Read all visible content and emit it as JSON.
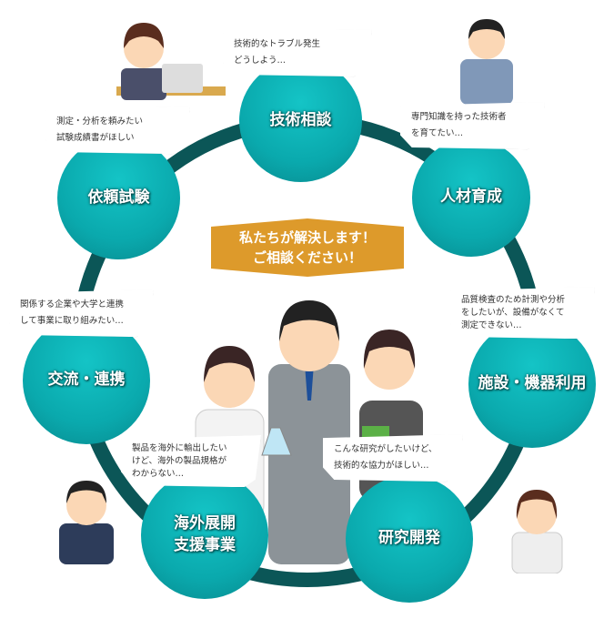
{
  "banner": {
    "line1": "私たちが解決します！",
    "line2": "ご相談ください！"
  },
  "services": [
    {
      "label": "技術相談",
      "bubble": [
        "技術的なトラブル発生",
        "どうしよう…"
      ]
    },
    {
      "label": "人材育成",
      "bubble": [
        "専門知識を持った技術者",
        "を育てたい…"
      ]
    },
    {
      "label": "施設・機器利用",
      "bubble": [
        "品質検査のため計測や分析",
        "をしたいが、設備がなくて",
        "測定できない…"
      ]
    },
    {
      "label": "研究開発",
      "bubble": [
        "こんな研究がしたいけど、",
        "技術的な協力がほしい…"
      ]
    },
    {
      "label": "海外展開支援事業",
      "label_lines": [
        "海外展開",
        "支援事業"
      ],
      "bubble": [
        "製品を海外に輸出したい",
        "けど、海外の製品規格が",
        "わからない…"
      ]
    },
    {
      "label": "交流・連携",
      "bubble": [
        "関係する企業や大学と連携",
        "して事業に取り組みたい…"
      ]
    },
    {
      "label": "依頼試験",
      "bubble": [
        "測定・分析を頼みたい",
        "試験成績書がほしい"
      ]
    }
  ],
  "colors": {
    "teal": "#0aa9ad",
    "ring": "#0b5657",
    "banner": "#dd9a2b"
  }
}
